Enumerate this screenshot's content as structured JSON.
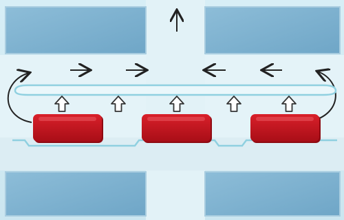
{
  "diagram": {
    "description_text": "",
    "colors": {
      "background": "#cfe8f2",
      "channel": "#e4f3f8",
      "block": "#7fb2d0",
      "block_edge": "#a9cde0",
      "chip_fill": "#c4141e",
      "chip_dark": "#8e0a12",
      "plate_stroke": "#8fd0e0",
      "arrow_dark": "#222222",
      "arrow_outline": "#333333",
      "arrow_fill": "#ffffff"
    },
    "icons": {
      "flow_up": "arrow-up",
      "flow_right": "arrow-right",
      "flow_left": "arrow-left",
      "heat_up": "hollow-arrow-up",
      "recirculation": "curved-arrow"
    },
    "chips": {
      "count": 3
    },
    "heat_arrows": {
      "count": 5
    },
    "horizontal_flow": [
      "right",
      "right",
      "left",
      "left"
    ]
  }
}
